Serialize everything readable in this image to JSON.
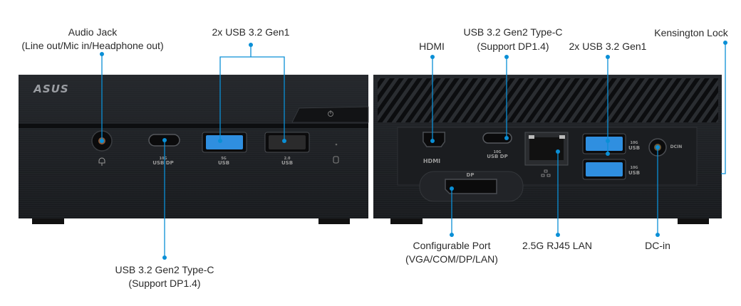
{
  "front": {
    "logo": "ASUS",
    "callouts": {
      "audio_jack": {
        "title": "Audio Jack",
        "subtitle": "(Line out/Mic in/Headphone out)"
      },
      "usb_gen1": {
        "title": "2x USB 3.2 Gen1"
      },
      "usb_c": {
        "title": "USB 3.2 Gen2 Type-C",
        "subtitle": "(Support DP1.4)"
      }
    },
    "port_labels": {
      "usb_c_speed": "10G",
      "usb_c": "USB  DP",
      "usb3_speed": "5G",
      "usb3": "USB",
      "usb2_speed": "2.0",
      "usb2": "USB"
    }
  },
  "back": {
    "callouts": {
      "hdmi": {
        "title": "HDMI"
      },
      "usb_c": {
        "title": "USB 3.2 Gen2 Type-C",
        "subtitle": "(Support DP1.4)"
      },
      "usb_gen1": {
        "title": "2x USB 3.2 Gen1"
      },
      "kensington": {
        "title": "Kensington Lock"
      },
      "config_port": {
        "title": "Configurable Port",
        "subtitle": "(VGA/COM/DP/LAN)"
      },
      "lan": {
        "title": "2.5G RJ45 LAN"
      },
      "dc_in": {
        "title": "DC-in"
      }
    },
    "port_labels": {
      "hdmi": "HDMI",
      "usb_c_speed": "10G",
      "usb_c": "USB  DP",
      "dp": "DP",
      "usb_speed": "10G",
      "usb": "USB",
      "dcin": "DCIN"
    }
  },
  "colors": {
    "accent": "#0a8fd6",
    "chassis": "#1c1e21",
    "usb3_blue": "#2f8fe0"
  }
}
